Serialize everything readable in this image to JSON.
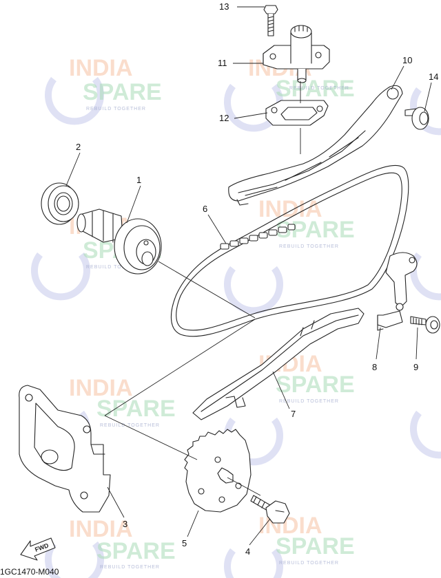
{
  "diagram_code": "1GC1470-M040",
  "fwd_label": "FWD",
  "callouts": {
    "c1": "1",
    "c2": "2",
    "c3": "3",
    "c4": "4",
    "c5": "5",
    "c6": "6",
    "c7": "7",
    "c8": "8",
    "c9": "9",
    "c10": "10",
    "c11": "11",
    "c12": "12",
    "c13": "13",
    "c14": "14"
  },
  "watermark": {
    "line1": "INDIA",
    "line2": "SPARE",
    "tagline": "REBUILD TOGETHER"
  },
  "colors": {
    "line": "#222222",
    "wm_orange": "#f6c2a4",
    "wm_green": "#a9dcb7",
    "wm_blue": "#b8bde6"
  }
}
